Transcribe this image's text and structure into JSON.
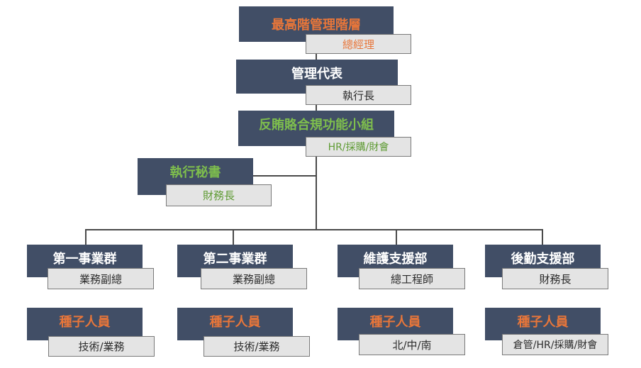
{
  "top": {
    "title": "最高階管理階層",
    "sub": "總經理"
  },
  "rep": {
    "title": "管理代表",
    "sub": "執行長"
  },
  "compliance": {
    "title": "反賄賂合規功能小組",
    "sub": "HR/採購/財會"
  },
  "secretary": {
    "title": "執行秘書",
    "sub": "財務長"
  },
  "divisions": [
    {
      "title": "第一事業群",
      "sub": "業務副總",
      "seed": "種子人員",
      "seed_sub": "技術/業務"
    },
    {
      "title": "第二事業群",
      "sub": "業務副總",
      "seed": "種子人員",
      "seed_sub": "技術/業務"
    },
    {
      "title": "維護支援部",
      "sub": "總工程師",
      "seed": "種子人員",
      "seed_sub": "北/中/南"
    },
    {
      "title": "後勤支援部",
      "sub": "財務長",
      "seed": "種子人員",
      "seed_sub": "倉管/HR/採購/財會"
    }
  ],
  "colors": {
    "box_fill": "#414e66",
    "sub_fill": "#e4e4e4",
    "orange": "#e8763a",
    "green": "#7ebe4d",
    "line": "#4a4a4a"
  }
}
